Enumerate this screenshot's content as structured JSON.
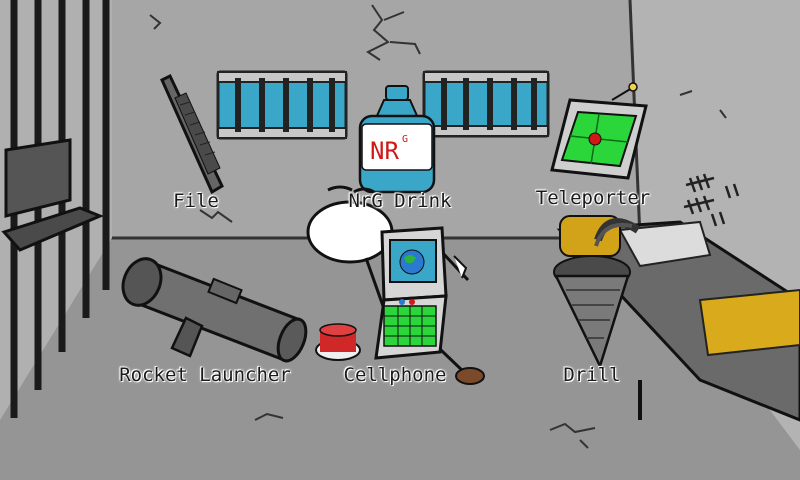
{
  "game": {
    "items": [
      {
        "id": "file",
        "label": "File"
      },
      {
        "id": "nrg-drink",
        "label": "NrG Drink",
        "bottle_text": "NR",
        "bottle_superscript": "G"
      },
      {
        "id": "teleporter",
        "label": "Teleporter"
      },
      {
        "id": "rocket-launcher",
        "label": "Rocket Launcher"
      },
      {
        "id": "cellphone",
        "label": "Cellphone"
      },
      {
        "id": "drill",
        "label": "Drill"
      }
    ]
  },
  "colors": {
    "wall": "#a3a3a3",
    "floor": "#949494",
    "window_glass": "#3aa7c9",
    "teleporter_screen": "#2bd63a",
    "drink_label_text": "#d01818",
    "cake": "#d02828",
    "bed_pillow": "#d8aa1c"
  }
}
